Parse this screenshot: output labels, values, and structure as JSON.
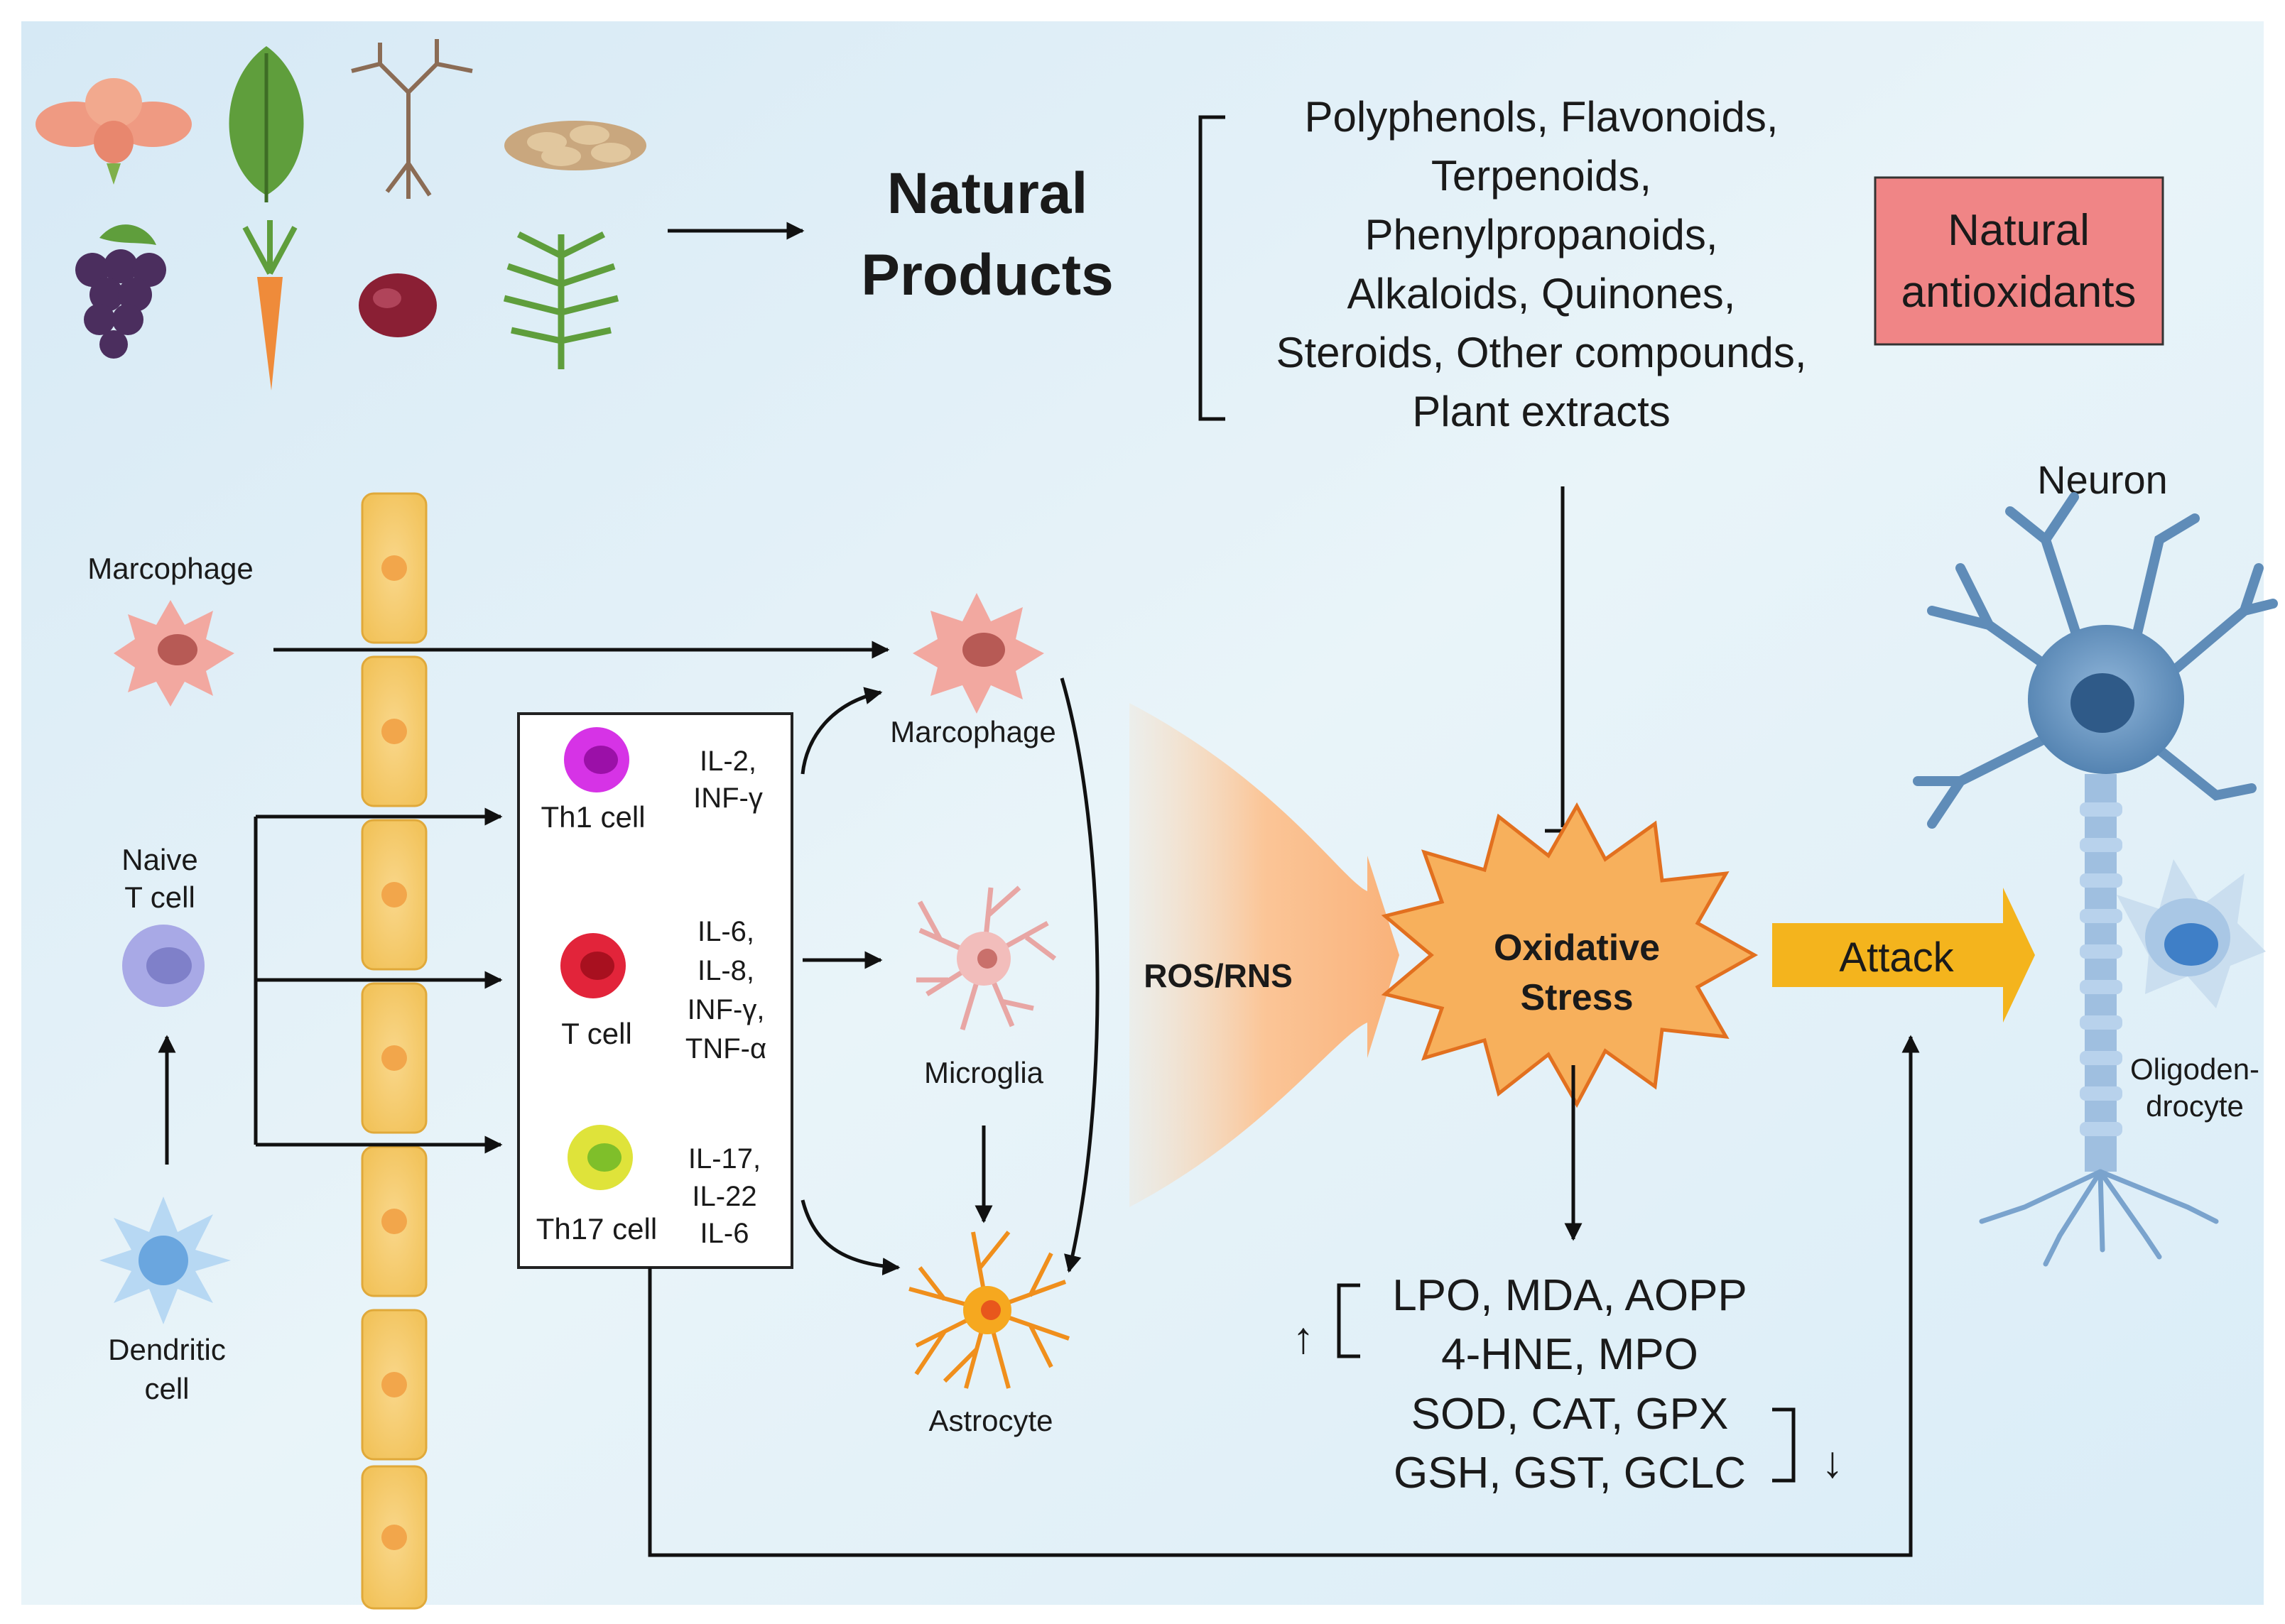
{
  "title": {
    "line1": "Natural",
    "line2": "Products"
  },
  "compounds": [
    "Polyphenols, Flavonoids,",
    "Terpenoids,",
    "Phenylpropanoids,",
    "Alkaloids, Quinones,",
    "Steroids, Other compounds,",
    "Plant extracts"
  ],
  "antioxidant_box": {
    "line1": "Natural",
    "line2": "antioxidants",
    "fill": "#f08586"
  },
  "left_cells": {
    "macrophage": "Marcophage",
    "naive_t_line1": "Naive",
    "naive_t_line2": "T cell",
    "dendritic_line1": "Dendritic",
    "dendritic_line2": "cell"
  },
  "t_subsets": [
    {
      "name": "Th1 cell",
      "cytokines": [
        "IL-2,",
        "INF-γ"
      ],
      "color": "#d633e6"
    },
    {
      "name": "T cell",
      "cytokines": [
        "IL-6,",
        "IL-8,",
        "INF-γ,",
        "TNF-α"
      ],
      "color": "#e2243a"
    },
    {
      "name": "Th17 cell",
      "cytokines": [
        "IL-17,",
        "IL-22",
        "IL-6"
      ],
      "color": "#dfe33a"
    }
  ],
  "glia": {
    "macrophage": "Marcophage",
    "microglia": "Microglia",
    "astrocyte": "Astrocyte"
  },
  "ros_label": "ROS/RNS",
  "oxidative_stress": {
    "line1": "Oxidative",
    "line2": "Stress",
    "fill": "#f7b05c"
  },
  "attack": {
    "label": "Attack",
    "fill": "#f4b41d"
  },
  "neuron": {
    "label": "Neuron",
    "oligo_line1": "Oligoden-",
    "oligo_line2": "drocyte"
  },
  "markers": {
    "up": [
      "LPO, MDA, AOPP",
      "4-HNE, MPO"
    ],
    "down": [
      "SOD, CAT, GPX",
      "GSH, GST, GCLC"
    ],
    "up_arrow": "↑",
    "down_arrow": "↓"
  }
}
